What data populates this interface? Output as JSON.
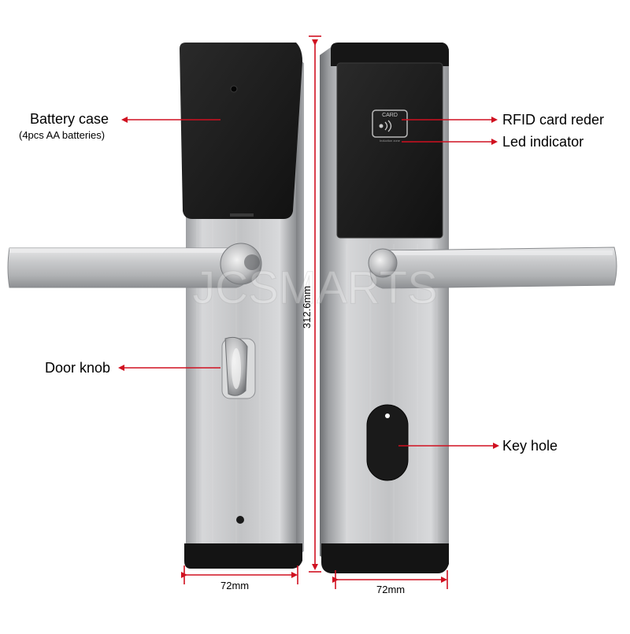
{
  "watermark": "JCSMARTS",
  "labels": {
    "battery_case": "Battery case",
    "battery_note": "(4pcs AA batteries)",
    "door_knob": "Door knob",
    "rfid": "RFID card reder",
    "led": "Led indicator",
    "key_hole": "Key hole"
  },
  "dimensions": {
    "height": "312.6mm",
    "width_left": "72mm",
    "width_right": "72mm"
  },
  "card_icon": {
    "top_text": "CARD",
    "bottom_text": "Induction zone"
  },
  "colors": {
    "annotation_red": "#d01020",
    "panel_black": "#1b1b1b",
    "steel": "#c4c4c4"
  }
}
